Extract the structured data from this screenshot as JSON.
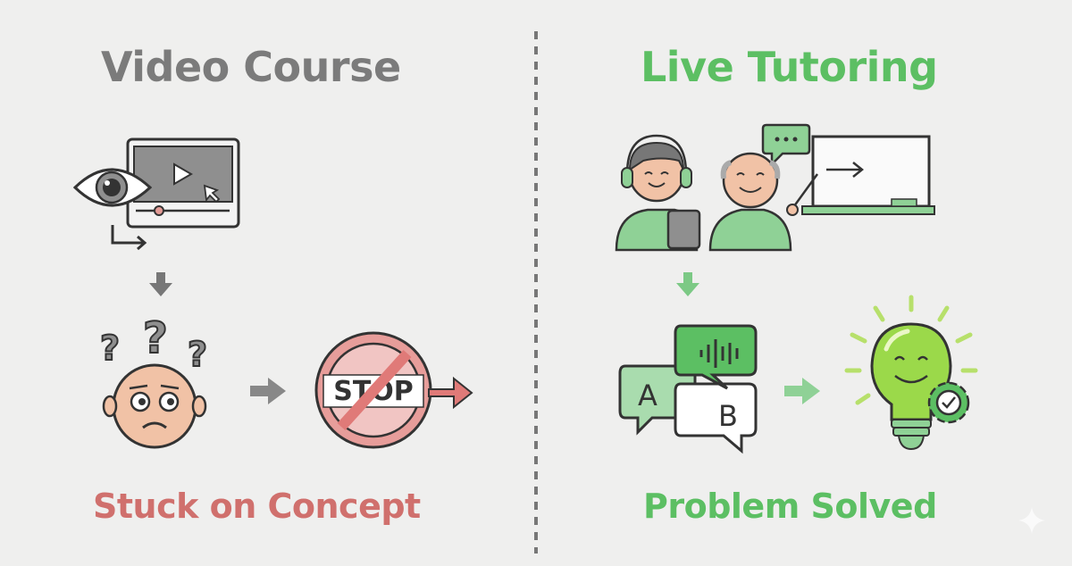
{
  "left_panel": {
    "title": "Video Course",
    "caption": "Stuck on Concept",
    "stop_label": "STOP",
    "icons": [
      "eye-icon",
      "video-player-icon",
      "play-icon",
      "cursor-icon",
      "arrow-down-icon",
      "confused-face-icon",
      "question-marks-icon",
      "arrow-right-icon",
      "stop-sign-icon"
    ]
  },
  "right_panel": {
    "title": "Live Tutoring",
    "caption": "Problem Solved",
    "bubble_a": "A",
    "bubble_b": "B",
    "icons": [
      "student-with-headphones-icon",
      "tutor-icon",
      "whiteboard-icon",
      "speech-bubble-icon",
      "arrow-down-icon",
      "chat-bubbles-icon",
      "arrow-right-icon",
      "lightbulb-icon",
      "gear-check-icon"
    ]
  },
  "colors": {
    "background": "#efefee",
    "gray_title": "#7b7b7b",
    "red_caption": "#d0706d",
    "green": "#5cbf63",
    "light_green": "#8fd196",
    "stop_red": "#e07a78",
    "skin": "#f1c2a6"
  }
}
